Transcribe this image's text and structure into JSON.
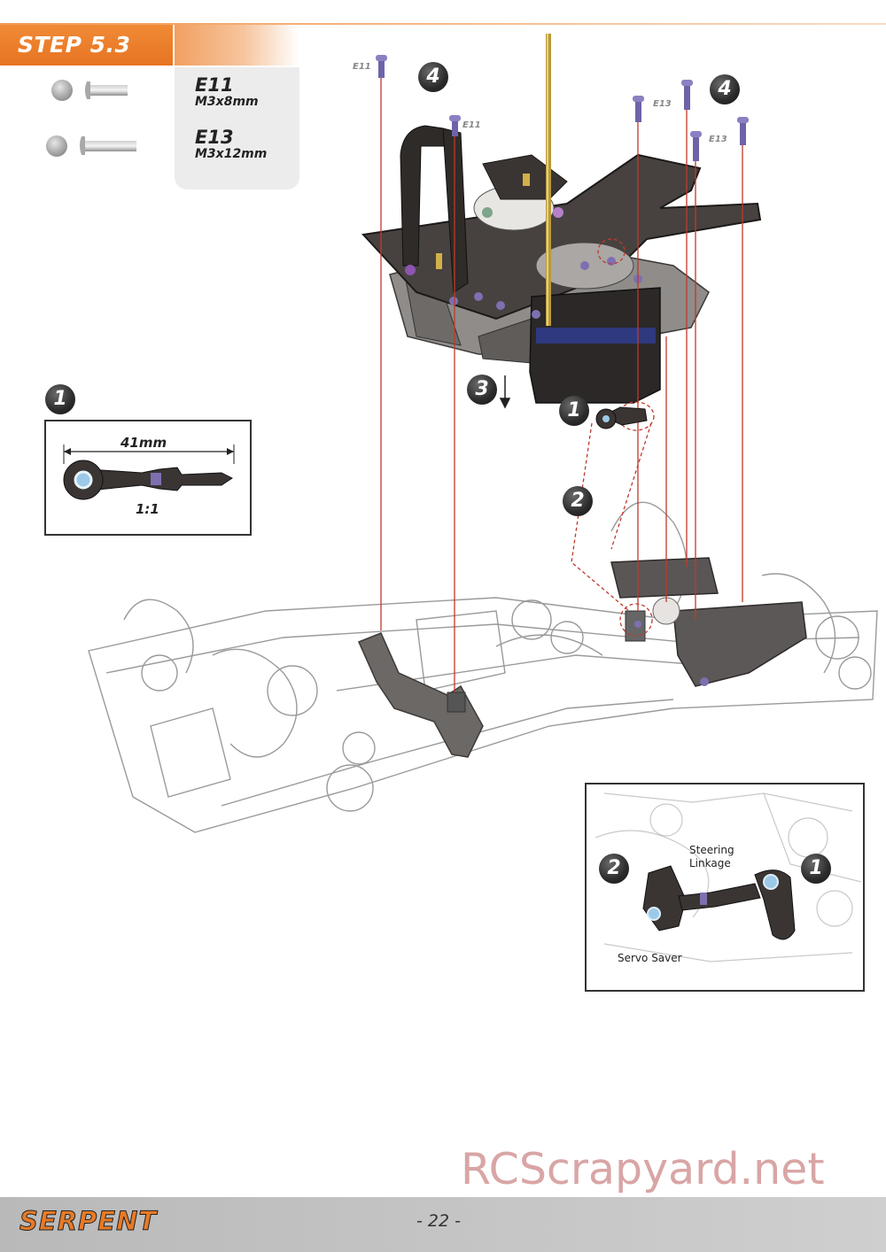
{
  "header": {
    "step_title": "STEP 5.3"
  },
  "parts": [
    {
      "code": "E11",
      "size": "M3x8mm"
    },
    {
      "code": "E13",
      "size": "M3x12mm"
    }
  ],
  "callouts": {
    "screw_e11": "E11",
    "screw_e13": "E13"
  },
  "steps": {
    "s1": "1",
    "s2": "2",
    "s3": "3",
    "s4": "4"
  },
  "detail": {
    "length": "41mm",
    "scale": "1:1"
  },
  "inset": {
    "steering_linkage": "Steering\nLinkage",
    "servo_saver": "Servo Saver"
  },
  "footer": {
    "brand": "SERPENT",
    "page": "- 22 -"
  },
  "watermark": "RCScrapyard.net",
  "colors": {
    "accent": "#e87a25",
    "part_dark": "#3a3533",
    "screw_purple": "#7e6fb0",
    "guide_red": "#c0392b"
  }
}
